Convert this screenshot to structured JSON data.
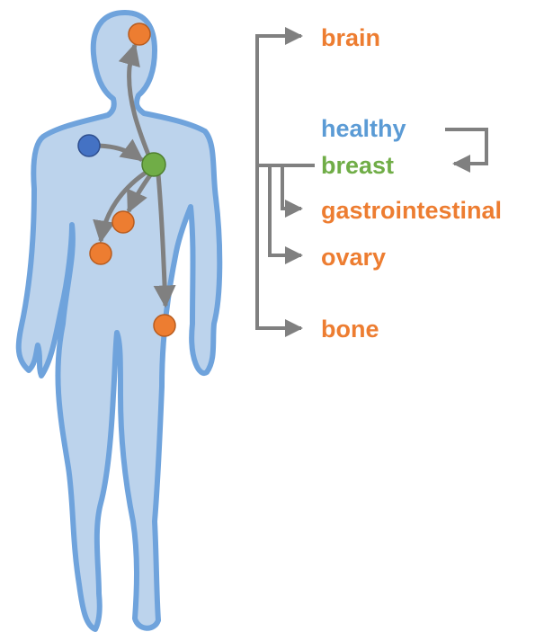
{
  "colors": {
    "body_fill": "#bcd3ec",
    "body_outline": "#6fa3dc",
    "arrow": "#808080",
    "metastasis": "#ed7d31",
    "healthy": "#5b9bd5",
    "primary": "#70ad47"
  },
  "labels": {
    "brain": "brain",
    "healthy": "healthy",
    "breast": "breast",
    "gastrointestinal": "gastrointestinal",
    "ovary": "ovary",
    "bone": "bone"
  },
  "nodes": {
    "healthy": "healthy-cell",
    "primary": "breast-primary-tumor",
    "metastases": [
      "brain",
      "gastrointestinal",
      "ovary",
      "bone"
    ]
  }
}
